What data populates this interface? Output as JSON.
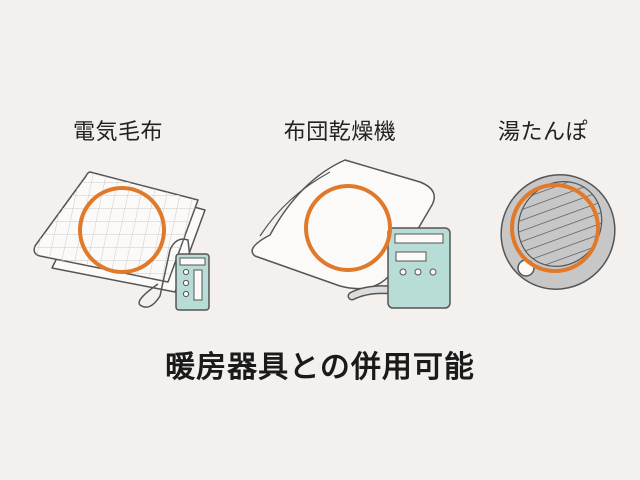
{
  "items": [
    {
      "label": "電気毛布",
      "icon": "electric-blanket-icon"
    },
    {
      "label": "布団乾燥機",
      "icon": "futon-dryer-icon"
    },
    {
      "label": "湯たんぽ",
      "icon": "hot-water-bottle-icon"
    }
  ],
  "headline": "暖房器具との併用可能",
  "colors": {
    "background": "#f3f0ee",
    "outline": "#555555",
    "highlight-circle": "#e07a2a",
    "device-body": "#b8dcd6"
  }
}
